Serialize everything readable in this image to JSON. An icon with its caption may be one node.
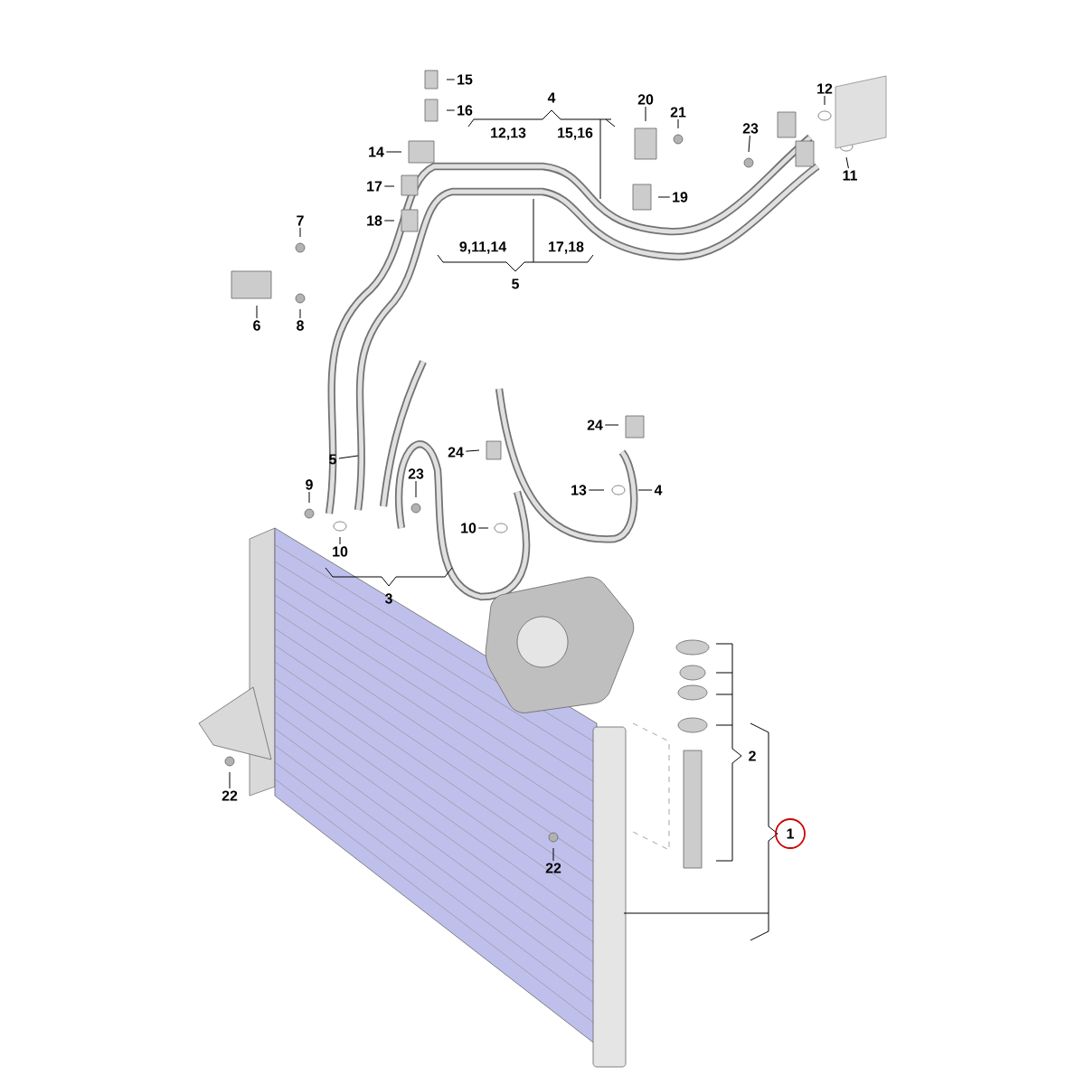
{
  "diagram": {
    "nodes": [
      {
        "text": [
          "15"
        ]
      },
      {
        "text": [
          "16"
        ]
      },
      {
        "text": [
          "14"
        ]
      },
      {
        "text": [
          "17"
        ]
      },
      {
        "text": [
          "18"
        ]
      },
      {
        "text": [
          "20"
        ]
      },
      {
        "text": [
          "12"
        ]
      },
      {
        "text": [
          "21"
        ]
      },
      {
        "text": [
          "23"
        ]
      },
      {
        "text": [
          "7"
        ]
      },
      {
        "text": [
          "19"
        ]
      },
      {
        "text": [
          "11"
        ]
      },
      {
        "text": [
          "6"
        ]
      },
      {
        "text": [
          "8"
        ]
      },
      {
        "text": [
          "24"
        ]
      },
      {
        "text": [
          "5"
        ]
      },
      {
        "text": [
          "24"
        ]
      },
      {
        "text": [
          "23"
        ]
      },
      {
        "text": [
          "9"
        ]
      },
      {
        "text": [
          "13"
        ]
      },
      {
        "text": [
          "4"
        ]
      },
      {
        "text": [
          "10"
        ]
      },
      {
        "text": [
          "10"
        ]
      },
      {
        "text": [
          "22"
        ]
      },
      {
        "text": [
          "22"
        ]
      }
    ],
    "edges": [
      {
        "from": 0,
        "to": null,
        "arrow": "none"
      },
      {
        "from": 1,
        "to": null,
        "arrow": "none"
      },
      {
        "from": 2,
        "to": null,
        "arrow": "none"
      },
      {
        "from": 3,
        "to": null,
        "arrow": "none"
      },
      {
        "from": 4,
        "to": null,
        "arrow": "none"
      },
      {
        "from": 5,
        "to": null,
        "arrow": "none"
      },
      {
        "from": 6,
        "to": null,
        "arrow": "none"
      },
      {
        "from": 7,
        "to": null,
        "arrow": "none"
      },
      {
        "from": 8,
        "to": null,
        "arrow": "none"
      },
      {
        "from": 9,
        "to": null,
        "arrow": "none"
      },
      {
        "from": 10,
        "to": null,
        "arrow": "none"
      },
      {
        "from": 11,
        "to": null,
        "arrow": "none"
      },
      {
        "from": 12,
        "to": null,
        "arrow": "none"
      },
      {
        "from": 13,
        "to": null,
        "arrow": "none"
      },
      {
        "from": 14,
        "to": null,
        "arrow": "none"
      },
      {
        "from": 15,
        "to": null,
        "arrow": "none"
      },
      {
        "from": 16,
        "to": null,
        "arrow": "none"
      },
      {
        "from": 17,
        "to": null,
        "arrow": "none"
      },
      {
        "from": 18,
        "to": null,
        "arrow": "none"
      },
      {
        "from": 19,
        "to": null,
        "arrow": "none"
      },
      {
        "from": 20,
        "to": null,
        "arrow": "none"
      },
      {
        "from": 21,
        "to": null,
        "arrow": "none"
      },
      {
        "from": 22,
        "to": null,
        "arrow": "none"
      },
      {
        "from": 23,
        "to": null,
        "arrow": "none"
      },
      {
        "from": 24,
        "to": null,
        "arrow": "none"
      }
    ],
    "labels": [
      "4",
      "12,13",
      "15,16",
      "9,11,14",
      "17,18",
      "5",
      "3",
      "2",
      "1"
    ]
  }
}
